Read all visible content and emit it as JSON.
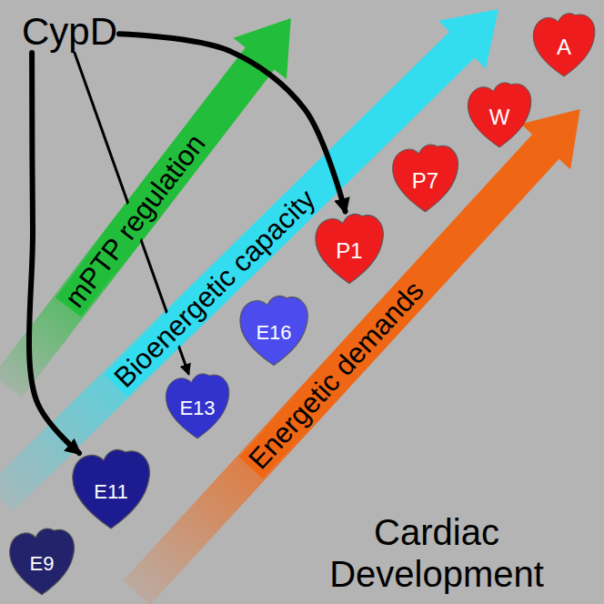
{
  "diagram": {
    "nodes": [
      {
        "text": [
          "CypD"
        ]
      },
      {
        "text": [
          "mPTP regulation"
        ]
      },
      {
        "text": [
          "Bioenergetic capacity"
        ]
      },
      {
        "text": [
          "Energetic demands"
        ]
      },
      {
        "text": [
          "E9"
        ]
      },
      {
        "text": [
          "E11"
        ]
      },
      {
        "text": [
          "E13"
        ]
      },
      {
        "text": [
          "E16"
        ]
      },
      {
        "text": [
          "P1"
        ]
      },
      {
        "text": [
          "P7"
        ]
      },
      {
        "text": [
          "W"
        ]
      },
      {
        "text": [
          "A"
        ]
      }
    ],
    "edges": [
      {
        "from": 0,
        "to": 5,
        "arrow": "to"
      },
      {
        "from": 0,
        "to": 6,
        "arrow": "to"
      },
      {
        "from": 0,
        "to": 8,
        "arrow": "to"
      }
    ],
    "labels": [
      "Cardiac Development"
    ]
  }
}
